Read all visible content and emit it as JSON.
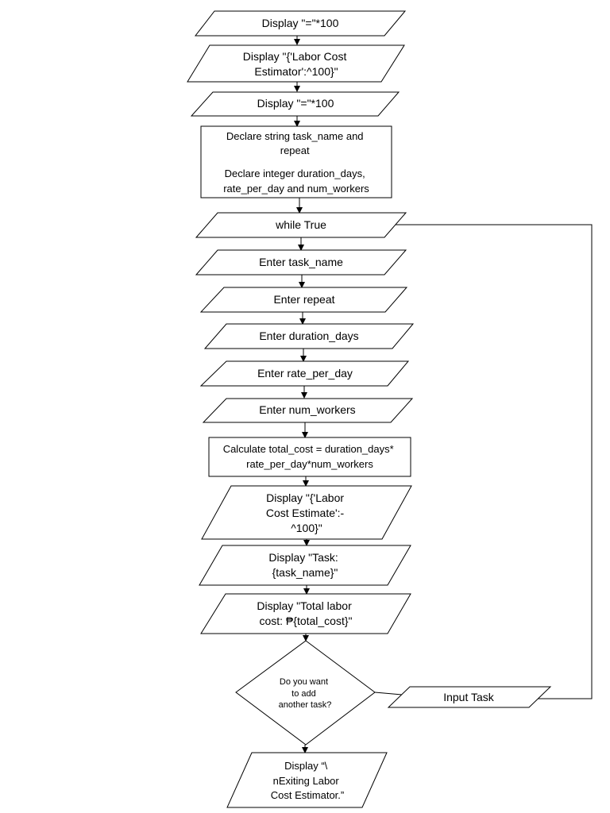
{
  "nodes": {
    "display_sep_top": {
      "lines": [
        "Display \"=\"*100"
      ]
    },
    "display_title": {
      "lines": [
        "Display \"{'Labor Cost",
        "Estimator':^100}\""
      ]
    },
    "display_sep_2": {
      "lines": [
        "Display \"=\"*100"
      ]
    },
    "declare_vars": {
      "lines": [
        "Declare string task_name and",
        "repeat",
        "Declare integer duration_days,",
        "rate_per_day and num_workers"
      ]
    },
    "while_true": {
      "lines": [
        "while True"
      ]
    },
    "enter_task_name": {
      "lines": [
        "Enter task_name"
      ]
    },
    "enter_repeat": {
      "lines": [
        "Enter repeat"
      ]
    },
    "enter_duration": {
      "lines": [
        "Enter duration_days"
      ]
    },
    "enter_rate": {
      "lines": [
        "Enter rate_per_day"
      ]
    },
    "enter_workers": {
      "lines": [
        "Enter num_workers"
      ]
    },
    "calculate_total": {
      "lines": [
        "Calculate total_cost = duration_days*",
        "rate_per_day*num_workers"
      ]
    },
    "display_estimate_header": {
      "lines": [
        "Display \"{'Labor",
        "Cost Estimate':-",
        "^100}\""
      ]
    },
    "display_task": {
      "lines": [
        "Display \"Task:",
        "{task_name}\""
      ]
    },
    "display_total": {
      "lines": [
        "Display \"Total labor",
        "cost: ₱{total_cost}\""
      ]
    },
    "decision_add_task": {
      "lines": [
        "Do you want",
        "to add",
        "another task?"
      ]
    },
    "input_task": {
      "lines": [
        "Input Task"
      ]
    },
    "display_exit": {
      "lines": [
        "Display “\\",
        "nExiting Labor",
        "Cost Estimator.”"
      ]
    }
  }
}
